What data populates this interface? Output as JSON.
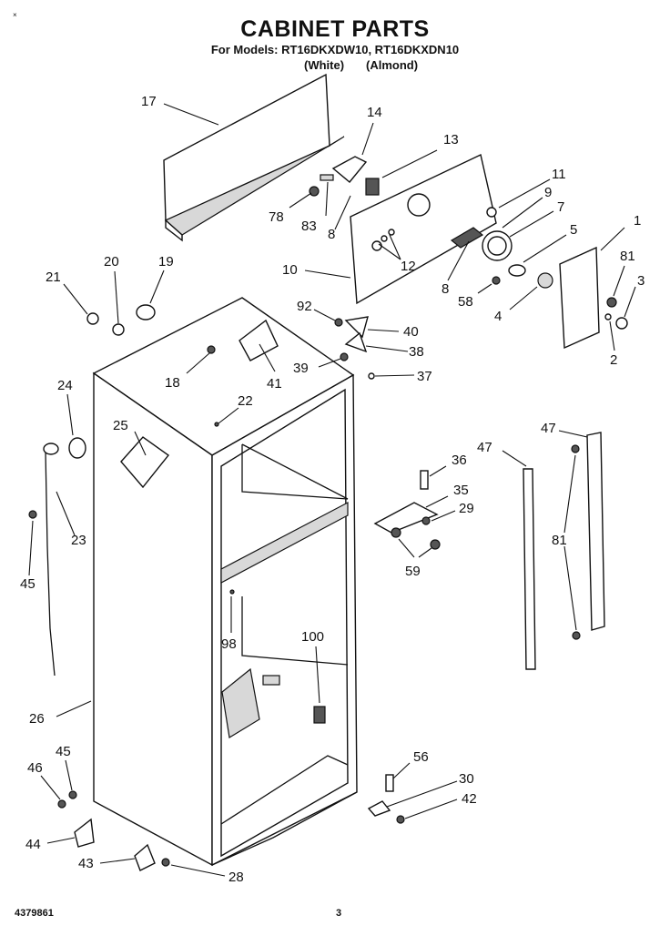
{
  "header": {
    "title": "CABINET PARTS",
    "models": "For Models: RT16DKXDW10, RT16DKXDN10",
    "color_white": "(White)",
    "color_almond": "(Almond)"
  },
  "footer": {
    "doc_number": "4379861",
    "page_number": "3"
  },
  "corner_mark": "×",
  "callouts": {
    "c1": "1",
    "c2": "2",
    "c3": "3",
    "c4": "4",
    "c5": "5",
    "c7": "7",
    "c8a": "8",
    "c8b": "8",
    "c9": "9",
    "c10": "10",
    "c11": "11",
    "c12": "12",
    "c13": "13",
    "c14": "14",
    "c17": "17",
    "c18": "18",
    "c19": "19",
    "c20": "20",
    "c21": "21",
    "c22": "22",
    "c23": "23",
    "c24": "24",
    "c25": "25",
    "c26": "26",
    "c28": "28",
    "c29": "29",
    "c30": "30",
    "c35": "35",
    "c36": "36",
    "c37": "37",
    "c38": "38",
    "c39": "39",
    "c40": "40",
    "c41": "41",
    "c42": "42",
    "c43": "43",
    "c44": "44",
    "c45a": "45",
    "c45b": "45",
    "c46": "46",
    "c47a": "47",
    "c47b": "47",
    "c56": "56",
    "c58": "58",
    "c59": "59",
    "c78": "78",
    "c81a": "81",
    "c81b": "81",
    "c83": "83",
    "c92": "92",
    "c98": "98",
    "c100": "100"
  }
}
